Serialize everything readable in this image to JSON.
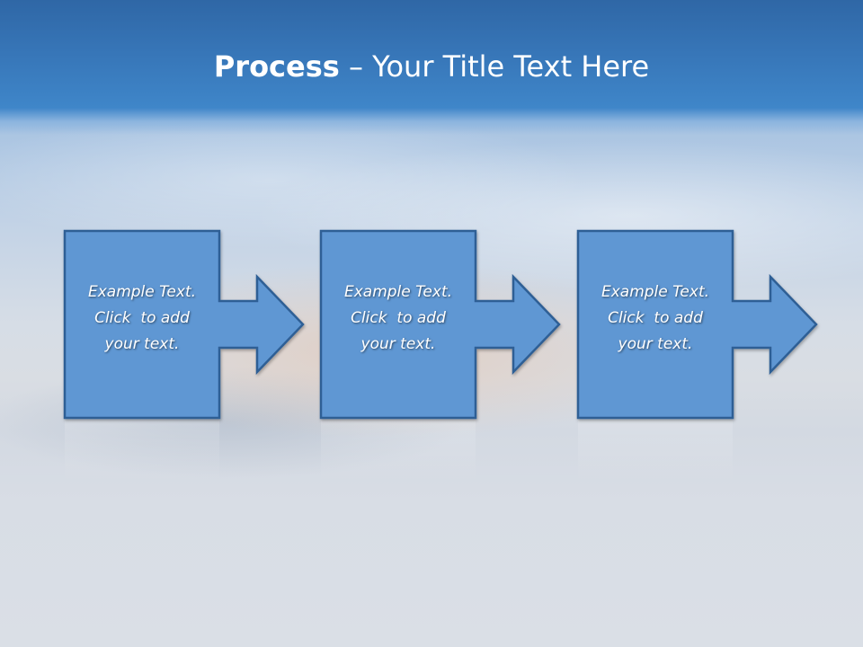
{
  "header": {
    "title_bold": "Process",
    "title_rest": " – Your Title Text Here"
  },
  "steps": [
    {
      "line1": "Example Text.",
      "line2": "Click  to add",
      "line3": "your text."
    },
    {
      "line1": "Example Text.",
      "line2": "Click  to add",
      "line3": "your text."
    },
    {
      "line1": "Example Text.",
      "line2": "Click  to add",
      "line3": "your text."
    }
  ],
  "colors": {
    "header": "#3776b8",
    "box_fill": "#5f97d3",
    "box_stroke": "#2f5f95",
    "text": "#ffffff"
  }
}
